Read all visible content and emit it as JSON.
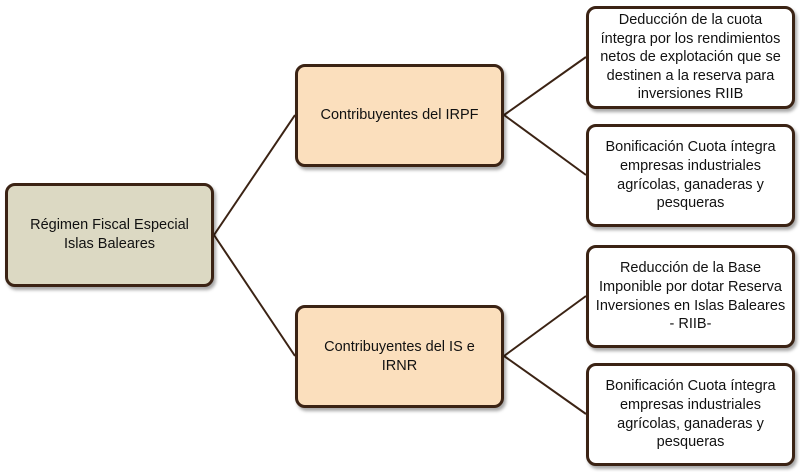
{
  "diagram": {
    "root": {
      "label": "Régimen Fiscal Especial Islas Baleares"
    },
    "branches": [
      {
        "label": "Contribuyentes del IRPF",
        "children": [
          "Deducción de la cuota íntegra por los rendimientos netos de explotación que se destinen a la reserva para inversiones RIIB",
          "Bonificación Cuota íntegra empresas industriales agrícolas, ganaderas y pesqueras"
        ]
      },
      {
        "label": "Contribuyentes del IS e IRNR",
        "children": [
          "Reducción de la Base Imponible por dotar Reserva Inversiones en Islas Baleares - RIIB-",
          "Bonificación Cuota íntegra empresas industriales agrícolas, ganaderas y pesqueras"
        ]
      }
    ],
    "colors": {
      "border": "#3b2314",
      "root_fill": "#dcd9c3",
      "branch_fill": "#fbdfbd",
      "leaf_fill": "#ffffff"
    }
  }
}
